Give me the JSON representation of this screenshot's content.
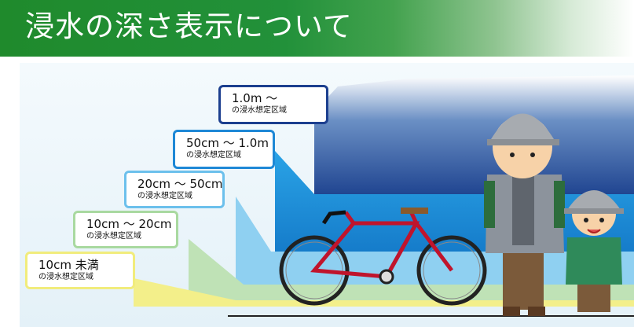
{
  "header": {
    "title": "浸水の深さ表示について"
  },
  "labels": [
    {
      "range": "1.0m ～",
      "sub": "の浸水想定区域",
      "color": "#1c3f8f"
    },
    {
      "range": "50cm ～ 1.0m",
      "sub": "の浸水想定区域",
      "color": "#1e88d6"
    },
    {
      "range": "20cm ～ 50cm",
      "sub": "の浸水想定区域",
      "color": "#6cc0ec"
    },
    {
      "range": "10cm ～ 20cm",
      "sub": "の浸水想定区域",
      "color": "#a9d9a0"
    },
    {
      "range": "10cm 未満",
      "sub": "の浸水想定区域",
      "color": "#f1ec7c"
    }
  ]
}
